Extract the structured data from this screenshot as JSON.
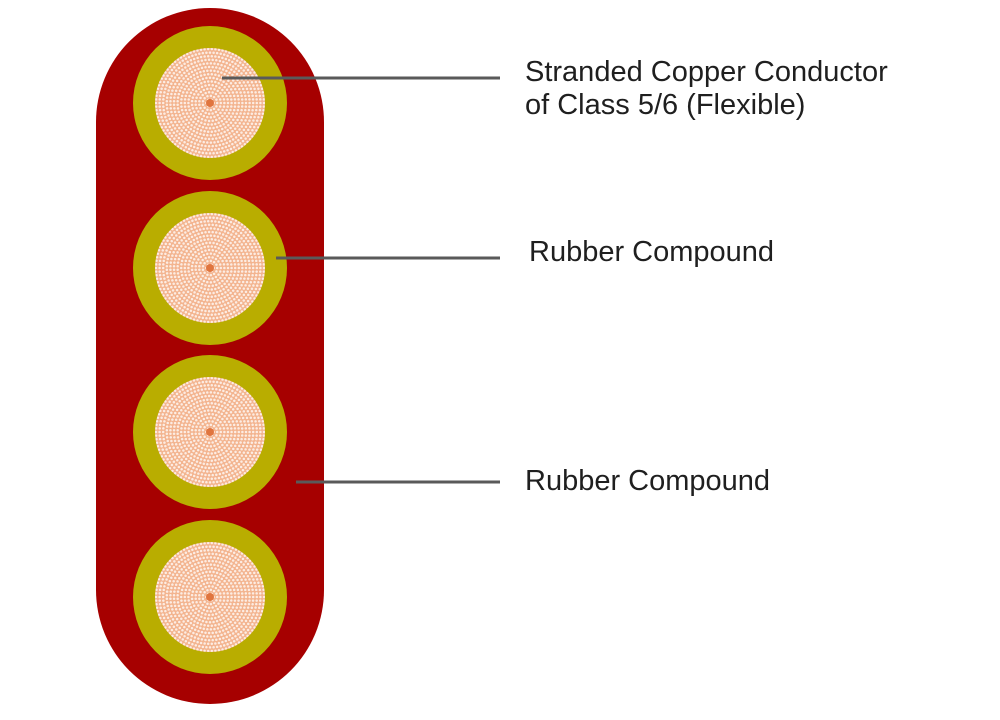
{
  "colors": {
    "sheath": "#a60000",
    "insulation": "#b9ad00",
    "conductor": "#f3b48f",
    "strand": "#ffffff",
    "conductor_center": "#e0753f",
    "leader_line": "#5a5a5a",
    "text": "#1f1f1f"
  },
  "cores": [
    {
      "name": "core-1"
    },
    {
      "name": "core-2"
    },
    {
      "name": "core-3"
    },
    {
      "name": "core-4"
    }
  ],
  "labels": {
    "conductor": {
      "line1": "Stranded Copper Conductor",
      "line2": "of Class 5/6 (Flexible)"
    },
    "insulation": "Rubber Compound",
    "sheath": "Rubber Compound"
  }
}
